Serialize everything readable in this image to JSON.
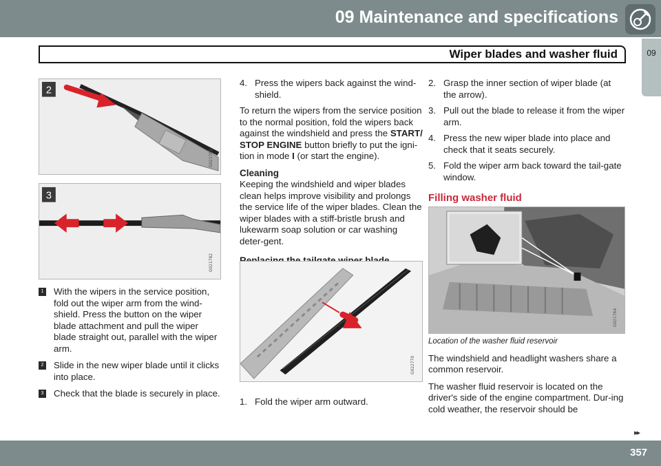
{
  "header": {
    "chapter_title": "09 Maintenance and specifications",
    "section_title": "Wiper blades and washer fluid",
    "chapter_tab": "09"
  },
  "figures": {
    "fig2": {
      "step_label": "2",
      "code": "G021781"
    },
    "fig3": {
      "step_label": "3",
      "code": "G021782"
    },
    "tailgate": {
      "code": "G022770"
    },
    "washer": {
      "code": "G021764"
    }
  },
  "left_steps": [
    {
      "num": "1",
      "text": "With the wipers in the service position, fold out the wiper arm from the wind-shield. Press the button on the wiper blade attachment and pull the wiper blade straight out, parallel with the wiper arm."
    },
    {
      "num": "2",
      "text": "Slide in the new wiper blade until it clicks into place."
    },
    {
      "num": "3",
      "text": "Check that the blade is securely in place."
    }
  ],
  "middle": {
    "step4_num": "4.",
    "step4_text": "Press the wipers back against the wind-shield.",
    "return_text_1": "To return the wipers from the service position to the normal position, fold the wipers back against the windshield and press the ",
    "return_bold": "START/ STOP ENGINE",
    "return_text_2": " button briefly to put the igni-tion in mode ",
    "return_mode": "I",
    "return_text_3": " (or start the engine).",
    "cleaning_heading": "Cleaning",
    "cleaning_text": "Keeping the windshield and wiper blades clean helps improve visibility and prolongs the service life of the wiper blades. Clean the wiper blades with a stiff-bristle brush and lukewarm soap solution or car washing deter-gent.",
    "tailgate_heading": "Replacing the tailgate wiper blade",
    "tailgate_step1_num": "1.",
    "tailgate_step1_text": "Fold the wiper arm outward."
  },
  "right": {
    "steps": [
      {
        "num": "2.",
        "text": "Grasp the inner section of wiper blade (at the arrow)."
      },
      {
        "num": "3.",
        "text": "Pull out the blade to release it from the wiper arm."
      },
      {
        "num": "4.",
        "text": "Press the new wiper blade into place and check that it seats securely."
      },
      {
        "num": "5.",
        "text": "Fold the wiper arm back toward the tail-gate window."
      }
    ],
    "washer_heading": "Filling washer fluid",
    "caption": "Location of the washer fluid reservoir",
    "para1": "The windshield and headlight washers share a common reservoir.",
    "para2": "The washer fluid reservoir is located on the driver's side of the engine compartment. Dur-ing cold weather, the reservoir should be"
  },
  "footer": {
    "continue_arrows": "▸▸",
    "page_number": "357"
  },
  "colors": {
    "header_bar": "#7d8b8c",
    "accent_red": "#c8283a",
    "arrow_red": "#d8232a"
  }
}
